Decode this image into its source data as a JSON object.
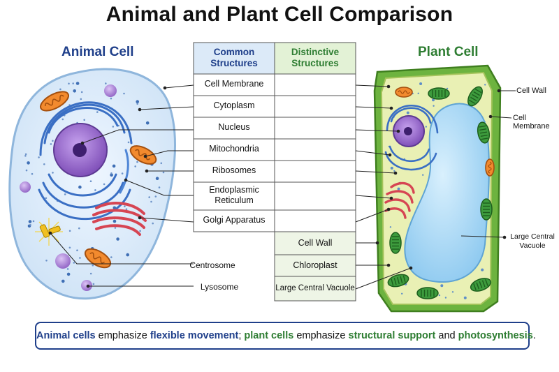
{
  "title": "Animal and Plant Cell Comparison",
  "animal_header": "Animal Cell",
  "plant_header": "Plant Cell",
  "table": {
    "common_header": [
      "Common",
      "Structures"
    ],
    "distinct_header": [
      "Distinctive",
      "Structures"
    ],
    "common_rows": [
      {
        "lines": [
          "Cell Membrane"
        ]
      },
      {
        "lines": [
          "Cytoplasm"
        ]
      },
      {
        "lines": [
          "Nucleus"
        ]
      },
      {
        "lines": [
          "Mitochondria"
        ]
      },
      {
        "lines": [
          "Ribosomes"
        ]
      },
      {
        "lines": [
          "Endoplasmic",
          "Reticulum"
        ]
      },
      {
        "lines": [
          "Golgi Apparatus"
        ]
      }
    ],
    "distinct_rows": [
      {
        "lines": [
          "Cell Wall"
        ]
      },
      {
        "lines": [
          "Chloroplast"
        ]
      },
      {
        "lines": [
          "Large Central Vacuole"
        ]
      }
    ]
  },
  "animal_extra": [
    "Centrosome",
    "Lysosome"
  ],
  "plant_side": {
    "cell_wall": "Cell Wall",
    "cell_membrane": "Cell Membrane",
    "vacuole": [
      "Large Central",
      "Vacuole"
    ]
  },
  "note": {
    "p1": "Animal cells",
    "p2": " emphasize ",
    "p3": "flexible movement",
    "p4": "; ",
    "p5": "plant cells",
    "p6": " emphasize ",
    "p7": "structural support",
    "p8": " and ",
    "p9": "photosynthesis",
    "p10": "."
  },
  "colors": {
    "animal_blue": "#1f3f8a",
    "plant_green": "#2e7d32",
    "common_header_bg": "#dceaf8",
    "distinct_header_bg": "#e3f2d6",
    "nucleus": "#8e5fc4",
    "mitochondria": "#e7772a",
    "golgi": "#d64553",
    "chloroplast": "#3d9b3d",
    "vacuole": "#a8d8f5"
  }
}
